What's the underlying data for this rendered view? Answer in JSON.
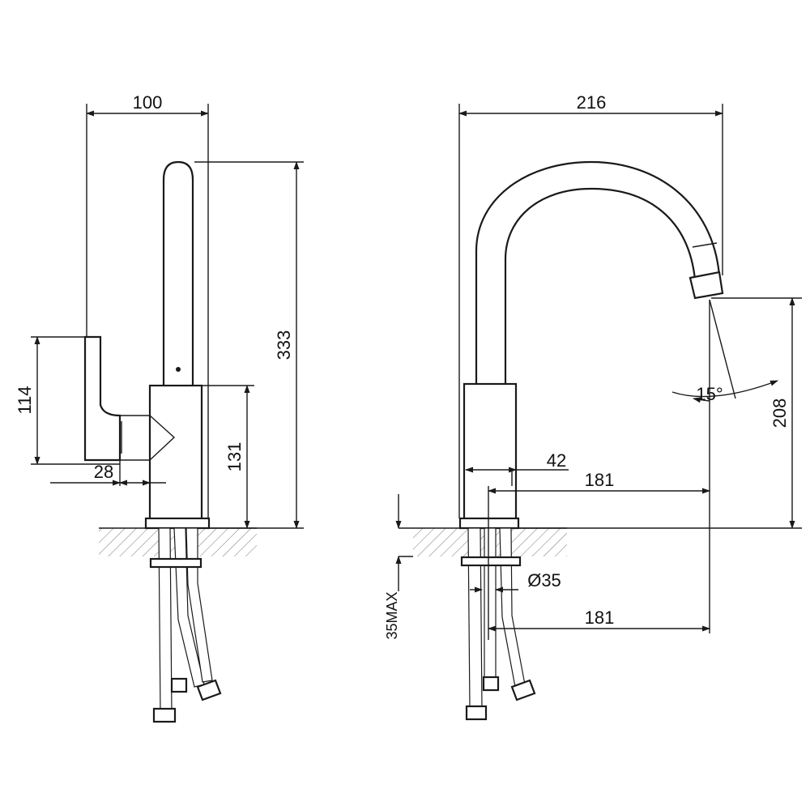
{
  "side_view": {
    "dim_width": "100",
    "dim_total_height": "333",
    "dim_handle_height": "114",
    "dim_body_height": "131",
    "dim_handle_offset": "28"
  },
  "front_view": {
    "dim_width": "216",
    "dim_body_width": "42",
    "dim_reach": "181",
    "dim_reach_lower": "181",
    "dim_spout_height": "208",
    "dim_swivel_angle": "15°",
    "dim_hole_diameter": "Ø35",
    "dim_max_thickness": "35MAX"
  },
  "colors": {
    "line": "#1a1a1a",
    "hatch": "#777777",
    "background": "#ffffff"
  }
}
